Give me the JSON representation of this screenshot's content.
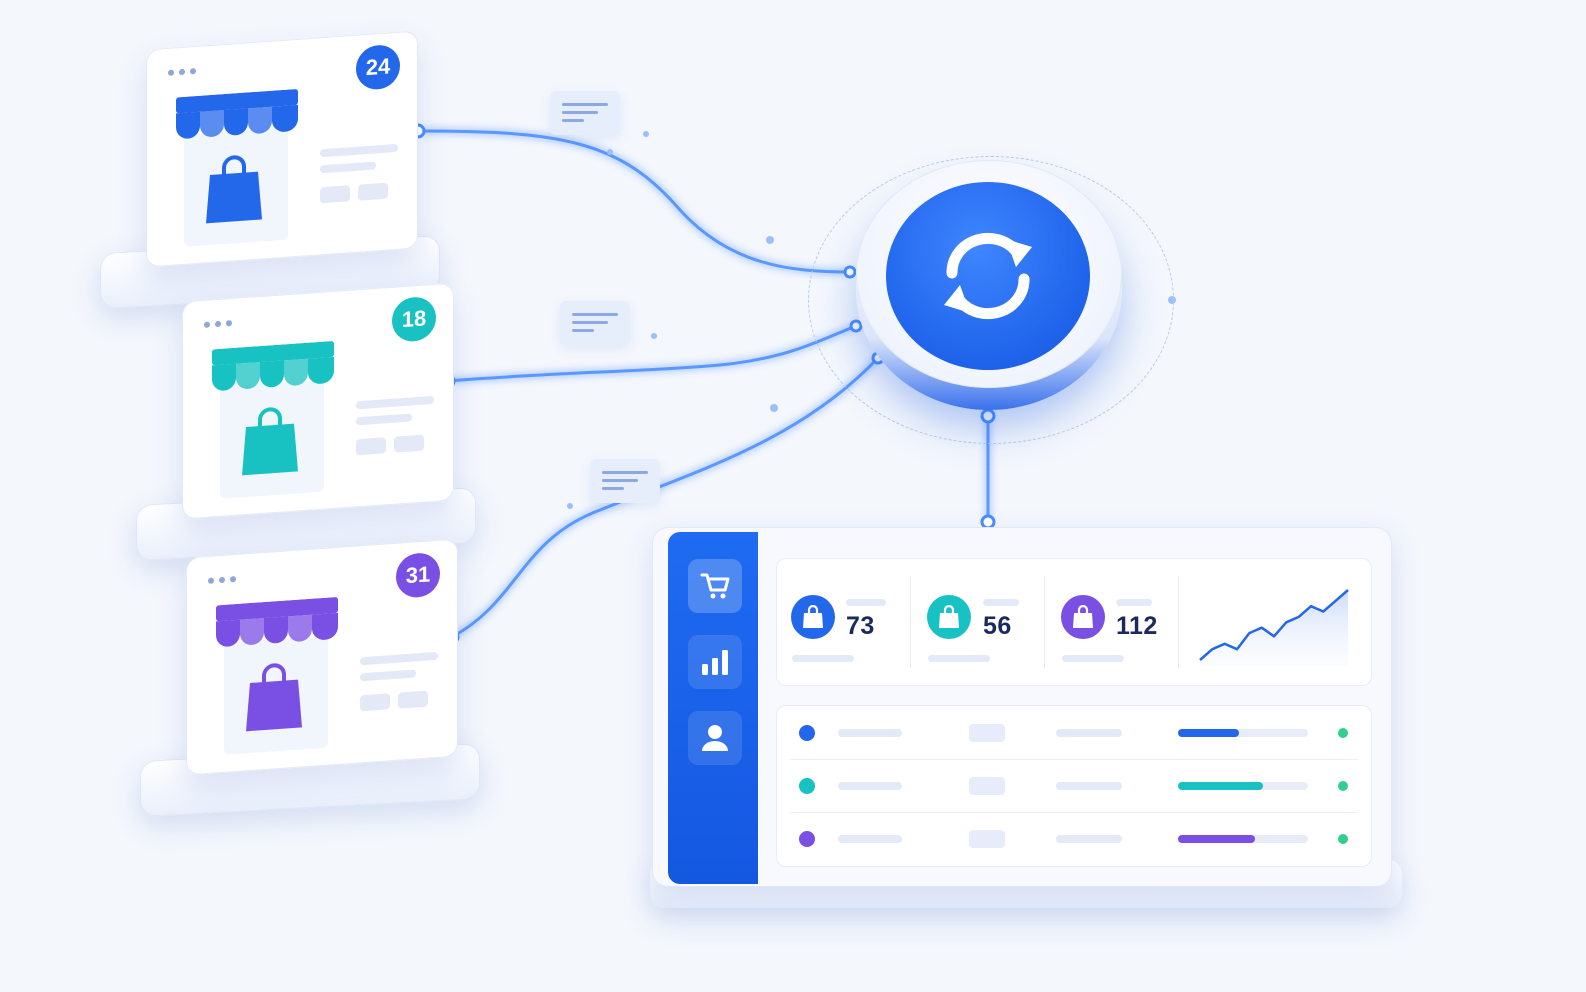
{
  "colors": {
    "blue": "#2367ea",
    "teal": "#19c2c2",
    "purple": "#7a4fe4",
    "hub": "#1e63ea",
    "status_green": "#2fcf8f",
    "link_glow": "#5a97ff"
  },
  "stores": [
    {
      "count": "24",
      "color": "#2367ea",
      "icon": "shopping-bag-icon"
    },
    {
      "count": "18",
      "color": "#19c2c2",
      "icon": "shopping-bag-icon"
    },
    {
      "count": "31",
      "color": "#7a4fe4",
      "icon": "shopping-bag-icon"
    }
  ],
  "hub": {
    "icon": "sync-icon"
  },
  "dashboard": {
    "sidebar": [
      {
        "icon": "cart-icon",
        "active": true
      },
      {
        "icon": "bar-chart-icon",
        "active": false
      },
      {
        "icon": "user-icon",
        "active": false
      }
    ],
    "stats": [
      {
        "value": "73",
        "color": "#2367ea",
        "icon": "shopping-bag-icon"
      },
      {
        "value": "56",
        "color": "#19c2c2",
        "icon": "shopping-bag-icon"
      },
      {
        "value": "112",
        "color": "#7a4fe4",
        "icon": "shopping-bag-icon"
      }
    ],
    "rows": [
      {
        "color": "#2367ea",
        "progress": 0.47
      },
      {
        "color": "#19c2c2",
        "progress": 0.65
      },
      {
        "color": "#7a4fe4",
        "progress": 0.59
      }
    ],
    "trend": {
      "type": "line",
      "values": [
        2,
        3,
        3.5,
        3,
        4.5,
        5,
        4.2,
        5.5,
        6,
        7,
        6.5,
        7.5,
        8.5
      ]
    }
  }
}
